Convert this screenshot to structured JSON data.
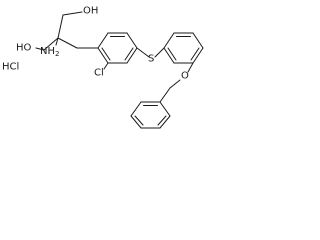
{
  "structure": {
    "labels": {
      "hydroxyl_top": "OH",
      "hydroxyl_left": "HO",
      "amine_main": "NH",
      "amine_subscript": "2",
      "salt": "HCl",
      "chloro": "Cl",
      "sulfur": "S",
      "ether_oxygen": "O"
    }
  }
}
